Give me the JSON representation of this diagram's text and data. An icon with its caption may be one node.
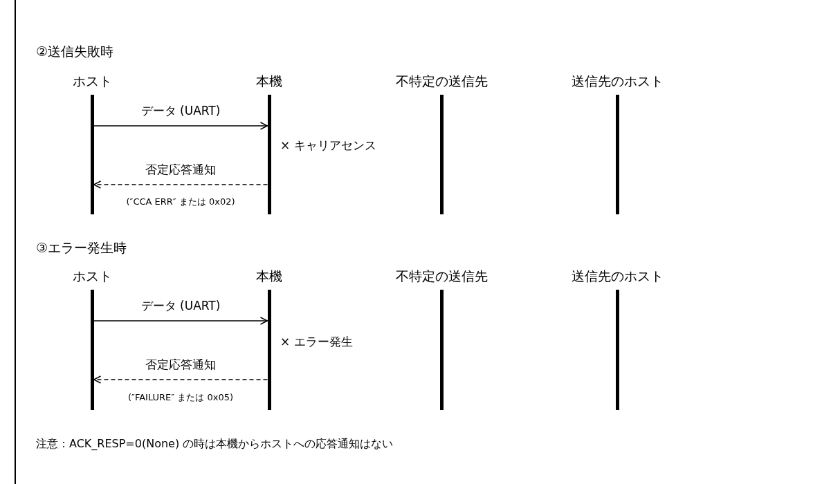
{
  "diagram": {
    "nodes": [
      {
        "text": [
          "ホスト"
        ]
      },
      {
        "text": [
          "本機"
        ]
      },
      {
        "text": [
          "不特定の送信先"
        ]
      },
      {
        "text": [
          "送信先のホスト"
        ]
      },
      {
        "text": [
          "ホスト"
        ]
      },
      {
        "text": [
          "本機"
        ]
      },
      {
        "text": [
          "不特定の送信先"
        ]
      },
      {
        "text": [
          "送信先のホスト"
        ]
      }
    ],
    "edges": [
      {
        "from": 0,
        "to": 1,
        "arrow": "to",
        "label": "データ (UART)"
      },
      {
        "from": 1,
        "to": 0,
        "arrow": "to",
        "style": "dashed",
        "label": "否定応答通知"
      },
      {
        "from": 4,
        "to": 5,
        "arrow": "to",
        "label": "データ (UART)"
      },
      {
        "from": 5,
        "to": 4,
        "arrow": "to",
        "style": "dashed",
        "label": "否定応答通知"
      }
    ],
    "labels": [
      "②送信失敗時",
      "× キャリアセンス",
      "(″CCA ERR″ または 0x02)",
      "③エラー発生時",
      "× エラー発生",
      "(″FAILURE″ または 0x05)",
      "注意：ACK_RESP=0(None) の時は本機からホストへの応答通知はない"
    ]
  }
}
